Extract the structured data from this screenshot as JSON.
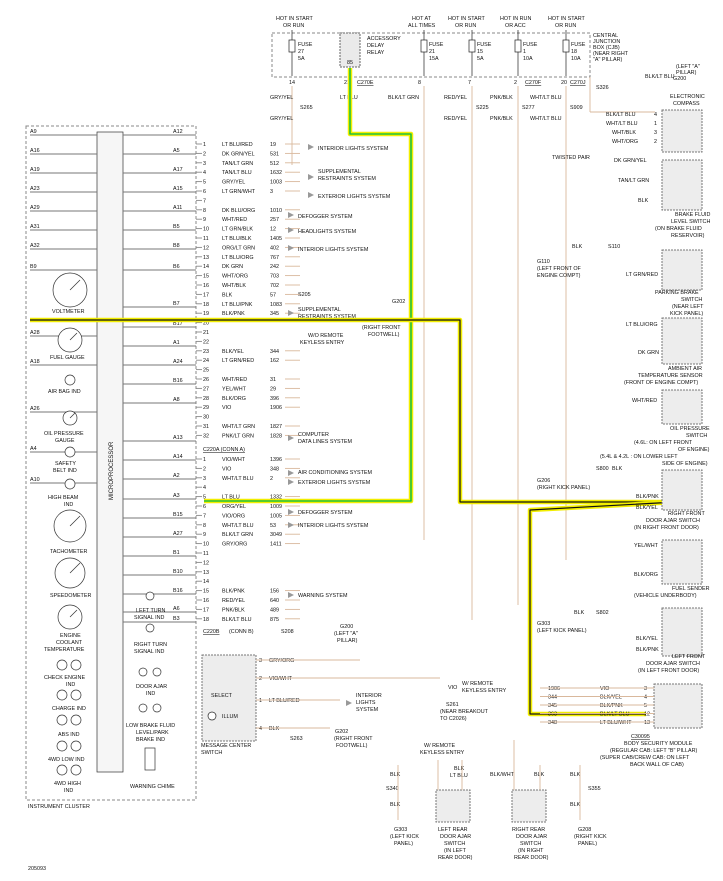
{
  "top_labels": [
    {
      "id": "hot_run_1",
      "lines": [
        "HOT IN START",
        "OR RUN"
      ]
    },
    {
      "id": "hot_always",
      "lines": [
        "HOT AT",
        "ALL TIMES"
      ]
    },
    {
      "id": "hot_run_2",
      "lines": [
        "HOT IN START",
        "OR RUN"
      ]
    },
    {
      "id": "hot_run_acc",
      "lines": [
        "HOT IN RUN",
        "OR ACC"
      ]
    },
    {
      "id": "hot_run_3",
      "lines": [
        "HOT IN START",
        "OR RUN"
      ]
    }
  ],
  "fuses": [
    {
      "id": "f27",
      "lines": [
        "FUSE",
        "27",
        "5A"
      ]
    },
    {
      "id": "f21",
      "lines": [
        "FUSE",
        "21",
        "15A"
      ]
    },
    {
      "id": "f15",
      "lines": [
        "FUSE",
        "15",
        "5A"
      ]
    },
    {
      "id": "f1",
      "lines": [
        "FUSE",
        "1",
        "10A"
      ]
    },
    {
      "id": "f18",
      "lines": [
        "FUSE",
        "18",
        "10A"
      ]
    }
  ],
  "relay": {
    "lines": [
      "ACCESSORY",
      "DELAY",
      "RELAY"
    ],
    "pin": "85"
  },
  "cjb": {
    "lines": [
      "CENTRAL",
      "JUNCTION",
      "BOX (CJB)",
      "(NEAR RIGHT",
      "\"A\" PILLAR)"
    ]
  },
  "cjb_pins": [
    "14",
    "21",
    "8",
    "7",
    "2",
    "20"
  ],
  "cjb_connectors": [
    "C270E",
    "C270F",
    "C270J"
  ],
  "top_wires": [
    "GRY/YEL",
    "LT BLU",
    "BLK/LT GRN",
    "RED/YEL",
    "PNK/BLK",
    "WHT/LT BLU",
    "GRY/YEL",
    "RED/YEL",
    "PNK/BLK",
    "WHT/LT BLU"
  ],
  "splices_top": [
    "S265",
    "S225",
    "S277",
    "S909",
    "S326"
  ],
  "ground_top": {
    "wire": "BLK/LT BLU",
    "label": "G200",
    "note": [
      "(LEFT \"A\"",
      "PILLAR)"
    ]
  },
  "compass": {
    "lines": [
      "ELECTRONIC",
      "COMPASS"
    ],
    "pins": [
      "4",
      "1",
      "3",
      "2"
    ],
    "wires": [
      "BLK/LT BLU",
      "WHT/LT BLU",
      "WHT/BLK",
      "WHT/ORG"
    ]
  },
  "twisted_pair": "TWISTED PAIR",
  "cluster": {
    "label": "INSTRUMENT CLUSTER",
    "micro": "MICROPROCESSOR",
    "pins_left": [
      "A9",
      "A16",
      "A19",
      "A23",
      "A29",
      "A31",
      "A32",
      "B9",
      "A28",
      "A18",
      "A26",
      "A4",
      "A10"
    ],
    "pins_right": [
      "A12",
      "A5",
      "A17",
      "A15",
      "A11",
      "B5",
      "B8",
      "B6",
      "B7",
      "B17",
      "A1",
      "A24",
      "B16",
      "A8",
      "A13",
      "A14",
      "A2",
      "A3",
      "B15",
      "A27",
      "B1",
      "B10",
      "B16",
      "A6",
      "B3"
    ],
    "gauges": [
      {
        "id": "volt",
        "lines": [
          "VOLTMETER"
        ]
      },
      {
        "id": "fuel",
        "lines": [
          "FUEL GAUGE"
        ]
      },
      {
        "id": "airbag",
        "lines": [
          "AIR BAG IND"
        ]
      },
      {
        "id": "oil",
        "lines": [
          "OIL PRESSURE",
          "GAUGE"
        ]
      },
      {
        "id": "belt",
        "lines": [
          "SAFETY",
          "BELT IND"
        ]
      },
      {
        "id": "beam",
        "lines": [
          "HIGH BEAM",
          "IND"
        ]
      },
      {
        "id": "tach",
        "lines": [
          "TACHOMETER"
        ]
      },
      {
        "id": "speedo",
        "lines": [
          "SPEEDOMETER"
        ]
      },
      {
        "id": "coolant",
        "lines": [
          "ENGINE",
          "COOLANT",
          "TEMPERATURE"
        ]
      },
      {
        "id": "checkeng",
        "lines": [
          "CHECK ENGINE",
          "IND"
        ]
      },
      {
        "id": "charge",
        "lines": [
          "CHARGE IND"
        ]
      },
      {
        "id": "abs",
        "lines": [
          "ABS IND"
        ]
      },
      {
        "id": "4wdlow",
        "lines": [
          "4WD LOW IND"
        ]
      },
      {
        "id": "4wdhigh",
        "lines": [
          "4WD HIGH",
          "IND"
        ]
      },
      {
        "id": "leftturn",
        "lines": [
          "LEFT TURN",
          "SIGNAL IND"
        ]
      },
      {
        "id": "rightturn",
        "lines": [
          "RIGHT TURN",
          "SIGNAL IND"
        ]
      },
      {
        "id": "doorajar",
        "lines": [
          "DOOR AJAR",
          "IND"
        ]
      },
      {
        "id": "lowbrake",
        "lines": [
          "LOW BRAKE FLUID",
          "LEVEL/PARK",
          "BRAKE IND"
        ]
      },
      {
        "id": "chime",
        "lines": [
          "WARNING CHIME"
        ]
      }
    ]
  },
  "conn_a": {
    "label": "C220A  (CONN A)",
    "rows": [
      {
        "pin": "1",
        "wire": "LT BLU/RED",
        "circ": "19"
      },
      {
        "pin": "2",
        "wire": "DK GRN/YEL",
        "circ": "531"
      },
      {
        "pin": "3",
        "wire": "TAN/LT GRN",
        "circ": "512"
      },
      {
        "pin": "4",
        "wire": "TAN/LT BLU",
        "circ": "1632"
      },
      {
        "pin": "5",
        "wire": "GRY/YEL",
        "circ": "1003"
      },
      {
        "pin": "6",
        "wire": "LT GRN/WHT",
        "circ": "3"
      },
      {
        "pin": "7",
        "wire": "",
        "circ": ""
      },
      {
        "pin": "8",
        "wire": "DK BLU/ORG",
        "circ": "1010"
      },
      {
        "pin": "9",
        "wire": "WHT/RED",
        "circ": "257"
      },
      {
        "pin": "10",
        "wire": "LT GRN/BLK",
        "circ": "12"
      },
      {
        "pin": "11",
        "wire": "LT BLU/BLK",
        "circ": "1405"
      },
      {
        "pin": "12",
        "wire": "ORG/LT GRN",
        "circ": "402"
      },
      {
        "pin": "13",
        "wire": "LT BLU/ORG",
        "circ": "767"
      },
      {
        "pin": "14",
        "wire": "DK GRN",
        "circ": "242"
      },
      {
        "pin": "15",
        "wire": "WHT/ORG",
        "circ": "703"
      },
      {
        "pin": "16",
        "wire": "WHT/BLK",
        "circ": "702"
      },
      {
        "pin": "17",
        "wire": "BLK",
        "circ": "57"
      },
      {
        "pin": "18",
        "wire": "LT BLU/PNK",
        "circ": "1083"
      },
      {
        "pin": "19",
        "wire": "BLK/PNK",
        "circ": "345"
      },
      {
        "pin": "20",
        "wire": "",
        "circ": ""
      },
      {
        "pin": "21",
        "wire": "",
        "circ": ""
      },
      {
        "pin": "22",
        "wire": "",
        "circ": ""
      },
      {
        "pin": "23",
        "wire": "BLK/YEL",
        "circ": "344"
      },
      {
        "pin": "24",
        "wire": "LT GRN/RED",
        "circ": "162"
      },
      {
        "pin": "25",
        "wire": "",
        "circ": ""
      },
      {
        "pin": "26",
        "wire": "WHT/RED",
        "circ": "31"
      },
      {
        "pin": "27",
        "wire": "YEL/WHT",
        "circ": "29"
      },
      {
        "pin": "28",
        "wire": "BLK/ORG",
        "circ": "396"
      },
      {
        "pin": "29",
        "wire": "VIO",
        "circ": "1906"
      },
      {
        "pin": "30",
        "wire": "",
        "circ": ""
      },
      {
        "pin": "31",
        "wire": "WHT/LT GRN",
        "circ": "1827"
      },
      {
        "pin": "32",
        "wire": "PNK/LT GRN",
        "circ": "1828"
      }
    ]
  },
  "conn_b": {
    "label": "C220B",
    "label2": "(CONN B)",
    "rows": [
      {
        "pin": "1",
        "wire": "VIO/WHT",
        "circ": "1396"
      },
      {
        "pin": "2",
        "wire": "VIO",
        "circ": "348"
      },
      {
        "pin": "3",
        "wire": "WHT/LT BLU",
        "circ": "2"
      },
      {
        "pin": "4",
        "wire": "",
        "circ": ""
      },
      {
        "pin": "5",
        "wire": "LT BLU",
        "circ": "1332"
      },
      {
        "pin": "6",
        "wire": "ORG/YEL",
        "circ": "1009"
      },
      {
        "pin": "7",
        "wire": "VIO/ORG",
        "circ": "1005"
      },
      {
        "pin": "8",
        "wire": "WHT/LT BLU",
        "circ": "53"
      },
      {
        "pin": "9",
        "wire": "BLK/LT GRN",
        "circ": "3049"
      },
      {
        "pin": "10",
        "wire": "GRY/ORG",
        "circ": "1411"
      },
      {
        "pin": "11",
        "wire": "",
        "circ": ""
      },
      {
        "pin": "12",
        "wire": "",
        "circ": ""
      },
      {
        "pin": "13",
        "wire": "",
        "circ": ""
      },
      {
        "pin": "14",
        "wire": "",
        "circ": ""
      },
      {
        "pin": "15",
        "wire": "BLK/PNK",
        "circ": "156"
      },
      {
        "pin": "16",
        "wire": "RED/YEL",
        "circ": "640"
      },
      {
        "pin": "17",
        "wire": "PNK/BLK",
        "circ": "489"
      },
      {
        "pin": "18",
        "wire": "BLK/LT BLU",
        "circ": "875"
      }
    ]
  },
  "systems": [
    {
      "id": "int1",
      "lines": [
        "INTERIOR LIGHTS SYSTEM"
      ]
    },
    {
      "id": "srs1",
      "lines": [
        "SUPPLEMENTAL",
        "RESTRAINTS SYSTEM"
      ]
    },
    {
      "id": "ext1",
      "lines": [
        "EXTERIOR LIGHTS SYSTEM"
      ]
    },
    {
      "id": "defog1",
      "lines": [
        "DEFOGGER SYSTEM"
      ]
    },
    {
      "id": "head",
      "lines": [
        "HEADLIGHTS SYSTEM"
      ]
    },
    {
      "id": "int2",
      "lines": [
        "INTERIOR LIGHTS SYSTEM"
      ]
    },
    {
      "id": "srs2",
      "lines": [
        "SUPPLEMENTAL",
        "RESTRAINTS SYSTEM"
      ]
    },
    {
      "id": "comp",
      "lines": [
        "COMPUTER",
        "DATA LINES SYSTEM"
      ]
    },
    {
      "id": "ac",
      "lines": [
        "AIR CONDITIONING SYSTEM"
      ]
    },
    {
      "id": "ext2",
      "lines": [
        "EXTERIOR LIGHTS SYSTEM"
      ]
    },
    {
      "id": "defog2",
      "lines": [
        "DEFOGGER SYSTEM"
      ]
    },
    {
      "id": "int3",
      "lines": [
        "INTERIOR LIGHTS SYSTEM"
      ]
    },
    {
      "id": "warn",
      "lines": [
        "WARNING SYSTEM"
      ]
    },
    {
      "id": "int4",
      "lines": [
        "INTERIOR",
        "LIGHTS",
        "SYSTEM"
      ]
    }
  ],
  "splice_s205": "S205",
  "g202": {
    "label": "G202",
    "note": [
      "(RIGHT FRONT",
      "FOOTWELL)"
    ]
  },
  "remote1": {
    "lines": [
      "W/O REMOTE",
      "KEYLESS ENTRY"
    ]
  },
  "remote2": {
    "lines": [
      "W/ REMOTE",
      "KEYLESS ENTRY"
    ]
  },
  "remote3": {
    "lines": [
      "W/ REMOTE",
      "KEYLESS ENTRY"
    ]
  },
  "s208": "S208",
  "g200b": {
    "label": "G200",
    "note": [
      "(LEFT \"A\"",
      "PILLAR)"
    ]
  },
  "right_components": [
    {
      "id": "brake_fluid",
      "lines": [
        "BRAKE FLUID",
        "LEVEL SWITCH",
        "(ON BRAKE FLUID",
        "RESERVOIR)"
      ]
    },
    {
      "id": "g110",
      "lines": [
        "G110",
        "(LEFT FRONT OF",
        "ENGINE COMPT)"
      ]
    },
    {
      "id": "s110",
      "lines": [
        "S110"
      ]
    },
    {
      "id": "parking",
      "lines": [
        "PARKING BRAKE",
        "SWITCH",
        "(NEAR LEFT",
        "KICK PANEL)"
      ]
    },
    {
      "id": "ambient",
      "lines": [
        "AMBIENT AIR",
        "TEMPERATURE SENSOR",
        "(FRONT OF ENGINE COMPT)"
      ]
    },
    {
      "id": "oilsw",
      "lines": [
        "OIL PRESSURE",
        "SWITCH",
        "(4.6L: ON LEFT FRONT",
        "OF ENGINE)",
        "(5.4L & 4.2L : ON LOWER LEFT",
        "SIDE OF ENGINE)"
      ]
    },
    {
      "id": "g206",
      "lines": [
        "G206",
        "(RIGHT KICK PANEL)"
      ]
    },
    {
      "id": "s800",
      "lines": [
        "S800"
      ]
    },
    {
      "id": "rf_door",
      "lines": [
        "RIGHT FRONT",
        "DOOR AJAR SWITCH",
        "(IN RIGHT FRONT DOOR)"
      ]
    },
    {
      "id": "fuel_sender",
      "lines": [
        "FUEL SENDER",
        "(VEHICLE UNDERBODY)"
      ]
    },
    {
      "id": "g303",
      "lines": [
        "G303",
        "(LEFT KICK PANEL)"
      ]
    },
    {
      "id": "s802",
      "lines": [
        "S802"
      ]
    },
    {
      "id": "lf_door",
      "lines": [
        "LEFT FRONT",
        "DOOR AJAR SWITCH",
        "(IN LEFT FRONT DOOR)"
      ]
    },
    {
      "id": "bsm",
      "lines": [
        "BODY SECURITY MODULE",
        "(REGULAR CAB: LEFT \"B\" PILLAR)",
        "(SUPER CAB/CREW CAB: ON LEFT",
        "BACK WALL OF CAB)"
      ]
    }
  ],
  "right_wires": [
    "DK GRN/YEL",
    "TAN/LT GRN",
    "BLK",
    "BLK",
    "LT GRN/RED",
    "LT BLU/ORG",
    "DK GRN",
    "WHT/RED",
    "BLK",
    "BLK/PNK",
    "BLK/YEL",
    "YEL/WHT",
    "BLK/ORG",
    "BLK",
    "BLK/YEL",
    "BLK/PNK"
  ],
  "bsm_rows": [
    {
      "circ": "1906",
      "wire": "VIO",
      "pin": "3"
    },
    {
      "circ": "344",
      "wire": "BLK/YEL",
      "pin": "4"
    },
    {
      "circ": "345",
      "wire": "BLK/PNK",
      "pin": "5"
    },
    {
      "circ": "363",
      "wire": "BLK/LT BLU",
      "pin": "12"
    },
    {
      "circ": "348",
      "wire": "LT BLU/WHT",
      "pin": "13"
    }
  ],
  "c30095": "C30095",
  "s261": {
    "lines": [
      "S261",
      "(NEAR BREAKOUT",
      "TO C2026)"
    ]
  },
  "message_center": {
    "label": [
      "MESSAGE CENTER",
      "SWITCH"
    ],
    "select": "SELECT",
    "illum": "ILLUM",
    "rows": [
      {
        "pin": "3",
        "wire": "GRY/ORG"
      },
      {
        "pin": "2",
        "wire": "VIO/WHT"
      },
      {
        "pin": "1",
        "wire": "LT BLU/RED"
      },
      {
        "pin": "4",
        "wire": "BLK"
      }
    ],
    "s263": "S263",
    "g202": {
      "label": "G202",
      "note": [
        "(RIGHT FRONT",
        "FOOTWELL)"
      ]
    }
  },
  "bottom": {
    "s340": "S340",
    "s355": "S355",
    "g303": {
      "label": "G303",
      "note": [
        "(LEFT KICK",
        "PANEL)"
      ]
    },
    "g208": {
      "label": "G208",
      "note": [
        "(RIGHT KICK",
        "PANEL)"
      ]
    },
    "lr_door": {
      "lines": [
        "LEFT REAR",
        "DOOR AJAR",
        "SWITCH",
        "(IN LEFT",
        "REAR DOOR)"
      ]
    },
    "rr_door": {
      "lines": [
        "RIGHT REAR",
        "DOOR AJAR",
        "SWITCH",
        "(IN RIGHT",
        "REAR DOOR)"
      ]
    },
    "wires": [
      "BLK",
      "BLK",
      "BLK",
      "LT BLU",
      "BLK/WHT",
      "BLK",
      "BLK",
      "BLK"
    ]
  },
  "figure_id": "205093",
  "colors": {
    "highlight_yellow": "#f2ee00",
    "highlight_green": "#22c03a",
    "wire": "#d9b89c",
    "line": "#222222",
    "box": "#e8e8e8"
  }
}
